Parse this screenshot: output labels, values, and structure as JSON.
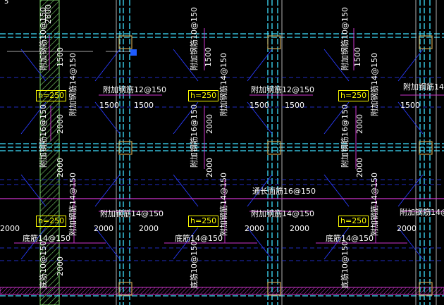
{
  "drawing": {
    "colors": {
      "background": "#000000",
      "dashed_beam": "#3fe0ff",
      "rebar_magenta": "#cc33cc",
      "support_blue": "#2a3cff",
      "text": "#ffffff",
      "thickness_box": "#ffff00",
      "grip": "#1e5cff",
      "hatch_green": "#7cd66a",
      "node": "#c8a050"
    },
    "thickness_label": "h=250",
    "corner_label": "5",
    "dimensions": {
      "d1500": "1500",
      "d2000": "2000",
      "d2800": "2800"
    },
    "rebar_labels": {
      "add_12_150": "附加钢筋12@150",
      "add_14_150": "附加钢筋14@150",
      "add_10_150": "附加钢筋10@150",
      "add_16_150": "附加钢筋16@150",
      "bottom_14_150": "底筋14@150",
      "bottom_10_150": "底筋10@150",
      "through_16_150": "通长面筋16@150"
    }
  }
}
